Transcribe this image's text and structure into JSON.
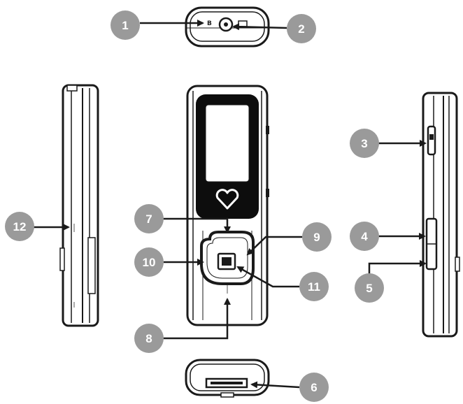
{
  "callouts": [
    {
      "id": "1",
      "label": "1"
    },
    {
      "id": "2",
      "label": "2"
    },
    {
      "id": "3",
      "label": "3"
    },
    {
      "id": "4",
      "label": "4"
    },
    {
      "id": "5",
      "label": "5"
    },
    {
      "id": "6",
      "label": "6"
    },
    {
      "id": "7",
      "label": "7"
    },
    {
      "id": "8",
      "label": "8"
    },
    {
      "id": "9",
      "label": "9"
    },
    {
      "id": "10",
      "label": "10"
    },
    {
      "id": "11",
      "label": "11"
    },
    {
      "id": "12",
      "label": "12"
    }
  ],
  "colors": {
    "callout_fill": "#9a9a9a",
    "line": "#1a1a1a",
    "screen_bezel": "#0d0d0d",
    "screen": "#ffffff"
  },
  "icons": {
    "logo": "heart-logo-icon",
    "arrow": "arrow-icon"
  }
}
